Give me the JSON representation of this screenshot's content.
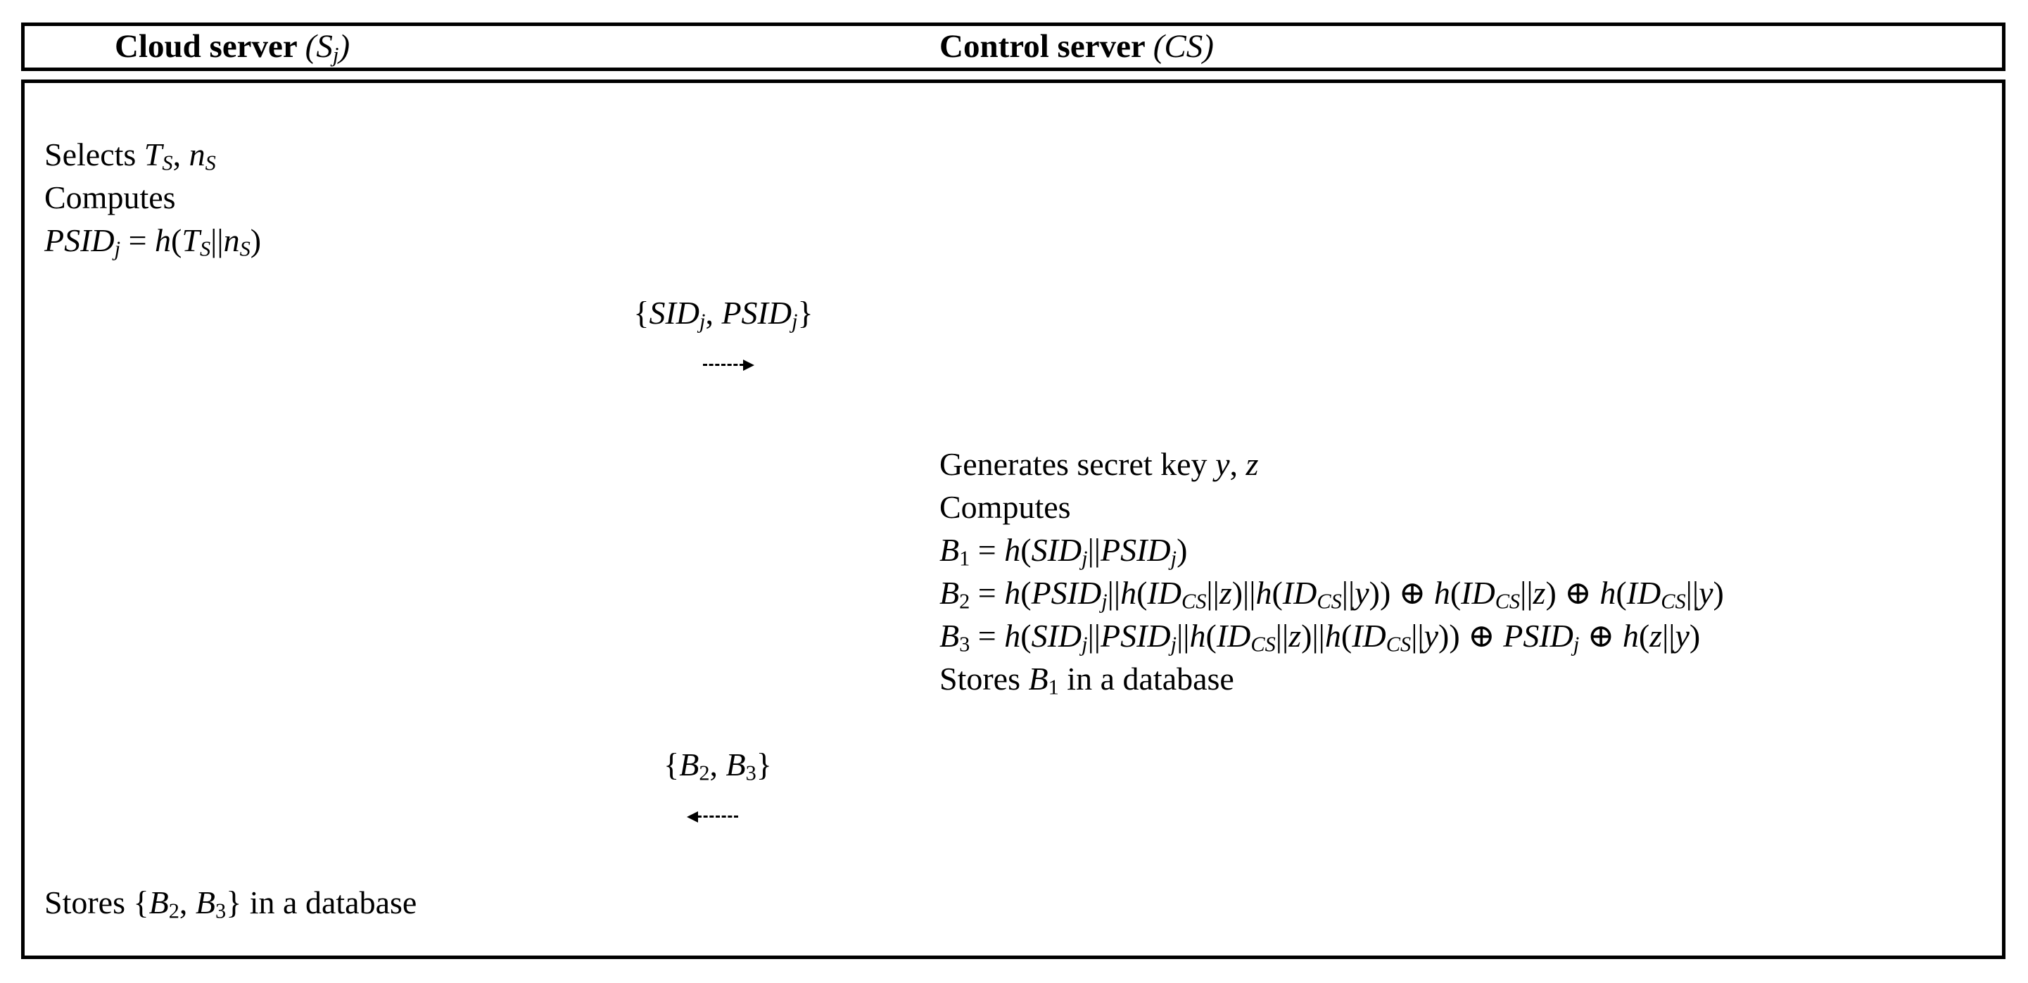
{
  "figure": {
    "header": {
      "left": "Cloud server *(S_{j})*",
      "right": "Control server *(CS)*"
    },
    "cloud_steps_1": [
      "Selects *T_{S}*, *n_{S}*",
      "Computes",
      "*PSID_{j}* = *h*(*T_{S}*||*n_{S}*)"
    ],
    "message_1": {
      "label": "{*SID_{j}*, *PSID_{j}*}",
      "direction": "right"
    },
    "control_steps": [
      "Generates secret key *y*, *z*",
      "Computes",
      "*B*_{1} = *h*(*SID_{j}*||*PSID_{j}*)",
      "*B*_{2} = *h*(*PSID_{j}*||*h*(*ID_{CS}*||*z*)||*h*(*ID_{CS}*||*y*)) ⊕ *h*(*ID_{CS}*||*z*) ⊕ *h*(*ID_{CS}*||*y*)",
      "*B*_{3} = *h*(*SID_{j}*||*PSID_{j}*||*h*(*ID_{CS}*||*z*)||*h*(*ID_{CS}*||*y*)) ⊕ *PSID_{j}* ⊕ *h*(*z*||*y*)",
      "Stores *B*_{1} in a database"
    ],
    "message_2": {
      "label": "{*B*_{2}, *B*_{3}}",
      "direction": "left"
    },
    "cloud_steps_2": [
      "Stores {*B*_{2}, *B*_{3}} in a database"
    ],
    "colors": {
      "text": "#000000",
      "border": "#000000",
      "background": "#ffffff"
    }
  }
}
